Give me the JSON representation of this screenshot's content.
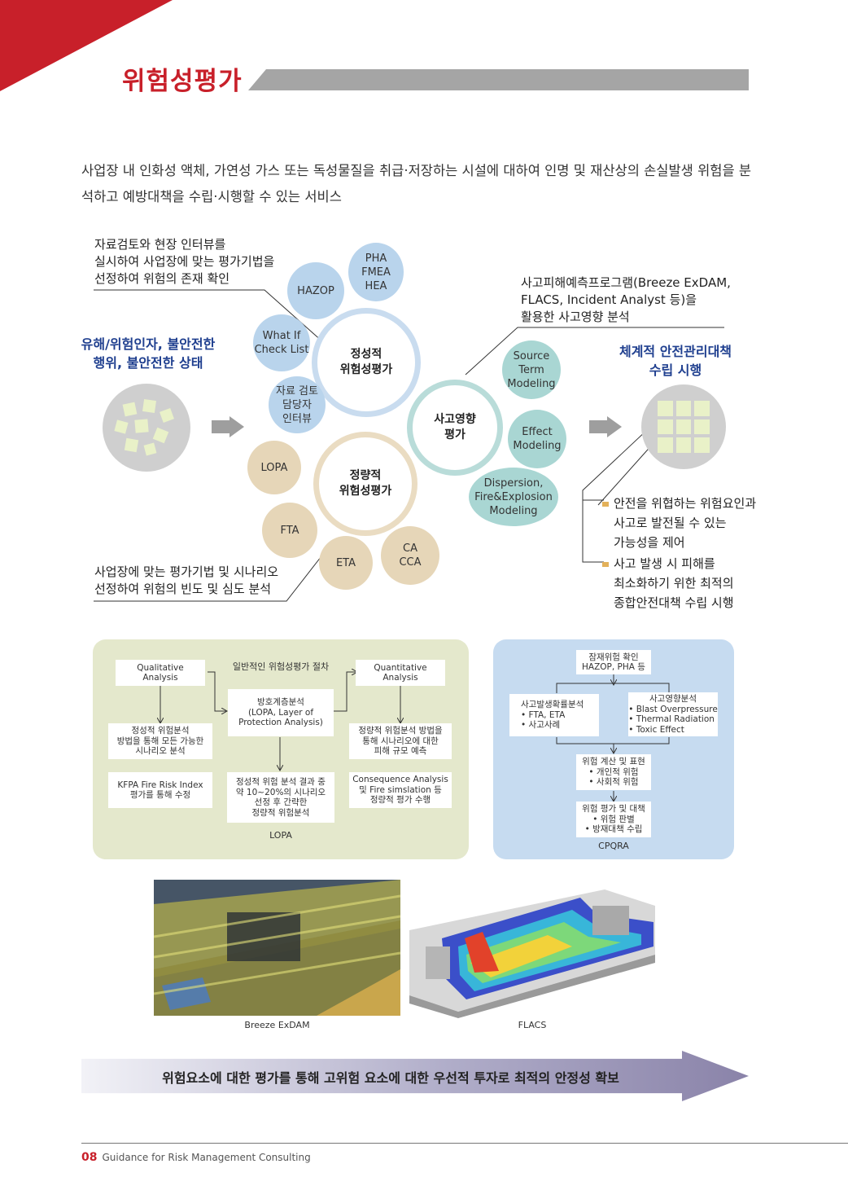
{
  "header": {
    "title": "위험성평가"
  },
  "intro": "사업장 내 인화성 액체, 가연성 가스 또는 독성물질을 취급·저장하는 시설에 대하여 인명 및 재산상의 손실발생 위험을 분석하고 예방대책을 수립·시행할 수 있는 서비스",
  "diagram": {
    "note_top_left": [
      "자료검토와 현장 인터뷰를",
      "실시하여 사업장에 맞는 평가기법을",
      "선정하여 위험의 존재 확인"
    ],
    "note_bottom_left": [
      "사업장에 맞는 평가기법 및 시나리오",
      "선정하여 위험의 빈도 및 심도 분석"
    ],
    "note_top_right": [
      "사고피해예측프로그램(Breeze ExDAM,",
      "FLACS, Incident Analyst 등)을",
      "활용한 사고영향 분석"
    ],
    "left_heading": [
      "유해/위험인자, 불안전한",
      "행위, 불안전한 상태"
    ],
    "right_heading": [
      "체계적 안전관리대책",
      "수립 시행"
    ],
    "qualitative_ring": [
      "정성적",
      "위험성평가"
    ],
    "quantitative_ring": [
      "정량적",
      "위험성평가"
    ],
    "impact_ring": [
      "사고영향",
      "평가"
    ],
    "bubbles": {
      "hazop": "HAZOP",
      "pha": [
        "PHA",
        "FMEA",
        "HEA"
      ],
      "whatif": [
        "What If",
        "Check List"
      ],
      "review": [
        "자료 검토",
        "담당자",
        "인터뷰"
      ],
      "lopa": "LOPA",
      "fta": "FTA",
      "eta": "ETA",
      "ca": [
        "CA",
        "CCA"
      ],
      "source": [
        "Source",
        "Term",
        "Modeling"
      ],
      "effect": [
        "Effect",
        "Modeling"
      ],
      "dispersion": [
        "Dispersion,",
        "Fire&Explosion",
        "Modeling"
      ]
    },
    "bullets": [
      [
        "안전을 위협하는 위험요인과",
        "사고로 발전될 수 있는",
        "가능성을 제어"
      ],
      [
        "사고 발생 시 피해를",
        "최소화하기 위한 최적의",
        "종합안전대책 수립 시행"
      ]
    ]
  },
  "lopa_panel": {
    "title": "일반적인 위험성평가 절차",
    "qualitative": [
      "Qualitative",
      "Analysis"
    ],
    "quantitative": [
      "Quantitative",
      "Analysis"
    ],
    "protection": [
      "방호계층분석",
      "(LOPA, Layer of",
      "Protection Analysis)"
    ],
    "qual_desc": [
      "정성적 위험분석",
      "방법을 통해 모든 가능한",
      "시나리오 분석"
    ],
    "quant_desc": [
      "정량적 위험분석 방법을",
      "통해 시나리오에 대한",
      "피해 규모 예측"
    ],
    "kfpa": [
      "KFPA Fire Risk Index",
      "평가를 통해 수정"
    ],
    "lopa_desc": [
      "정성적 위험 분석 결과 중",
      "약 10~20%의 시나리오",
      "선정 후 간략한",
      "정량적 위험분석"
    ],
    "consequence": [
      "Consequence Analysis",
      "및 Fire simslation 등",
      "정량적 평가 수행"
    ],
    "label": "LOPA"
  },
  "cpqra_panel": {
    "top": [
      "잠재위험 확인",
      "HAZOP, PHA 등"
    ],
    "freq": [
      "사고발생확률분석",
      "• FTA, ETA",
      "• 사고사례"
    ],
    "impact": [
      "사고영향분석",
      "• Blast Overpressure",
      "• Thermal Radiation",
      "• Toxic Effect"
    ],
    "calc": [
      "위험 계산 및 표현",
      "• 개인적 위험",
      "• 사회적 위험"
    ],
    "eval": [
      "위험 평가 및 대책",
      "• 위험 판별",
      "• 방재대책 수립"
    ],
    "label": "CPQRA"
  },
  "images": {
    "left_caption": "Breeze ExDAM",
    "right_caption": "FLACS"
  },
  "banner": "위험요소에 대한 평가를 통해 고위험 요소에 대한 우선적 투자로 최적의 안정성 확보",
  "footer": {
    "page": "08",
    "text": "Guidance for Risk Management Consulting"
  },
  "colors": {
    "accent": "#c8202a",
    "heading_blue": "#1f3f8f",
    "bubble_blue": "#b9d4ec",
    "bubble_tan": "#e6d6b8",
    "bubble_teal": "#a9d6d3",
    "panel_green": "#e4e8cc",
    "panel_blue": "#c6dbf0"
  }
}
